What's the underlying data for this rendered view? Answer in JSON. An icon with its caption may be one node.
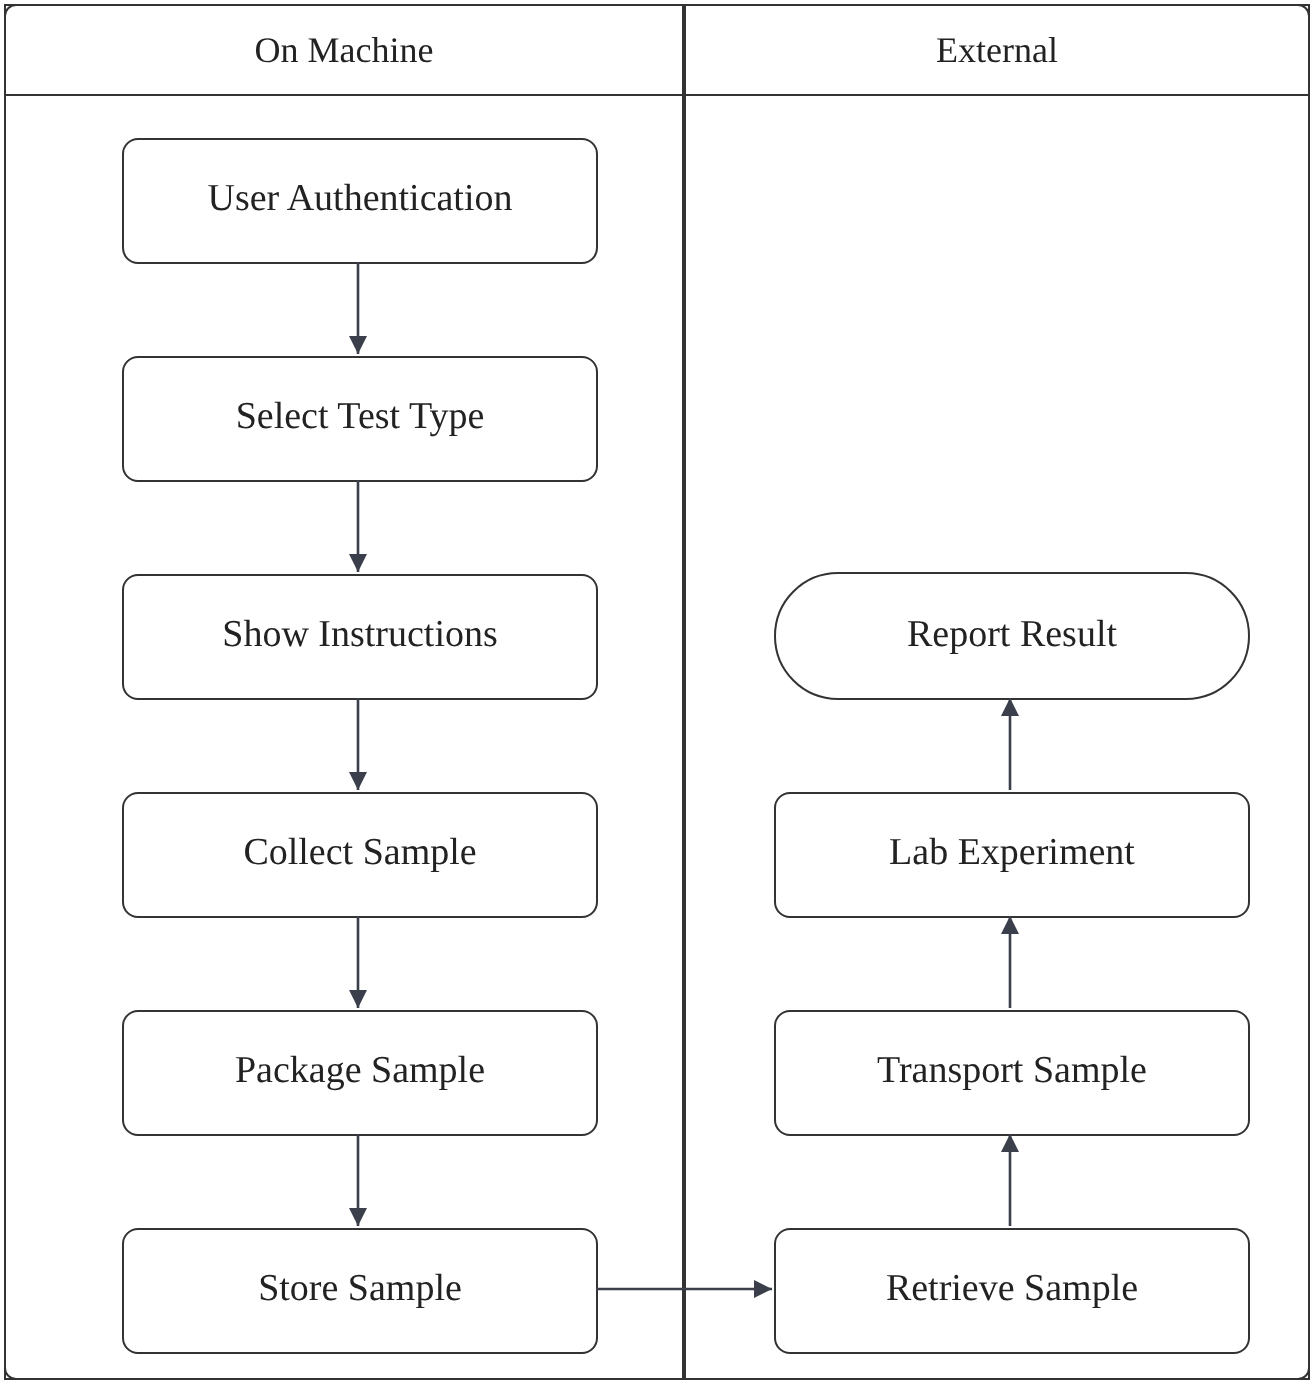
{
  "diagram": {
    "nodes": [
      {
        "text": [
          "On Machine"
        ]
      },
      {
        "text": [
          "External"
        ]
      },
      {
        "text": [
          "User Authentication"
        ],
        "in": 0
      },
      {
        "text": [
          "Select Test Type"
        ],
        "in": 0
      },
      {
        "text": [
          "Show Instructions"
        ],
        "in": 0
      },
      {
        "text": [
          "Collect Sample"
        ],
        "in": 0
      },
      {
        "text": [
          "Package Sample"
        ],
        "in": 0
      },
      {
        "text": [
          "Store Sample"
        ],
        "in": 0
      },
      {
        "text": [
          "Report Result"
        ],
        "in": 1
      },
      {
        "text": [
          "Lab Experiment"
        ],
        "in": 1
      },
      {
        "text": [
          "Transport Sample"
        ],
        "in": 1
      },
      {
        "text": [
          "Retrieve Sample"
        ],
        "in": 1
      }
    ],
    "edges": [
      {
        "from": 2,
        "to": 3,
        "arrow": "to"
      },
      {
        "from": 3,
        "to": 4,
        "arrow": "to"
      },
      {
        "from": 4,
        "to": 5,
        "arrow": "to"
      },
      {
        "from": 5,
        "to": 6,
        "arrow": "to"
      },
      {
        "from": 6,
        "to": 7,
        "arrow": "to"
      },
      {
        "from": 7,
        "to": 11,
        "arrow": "to"
      },
      {
        "from": 11,
        "to": 10,
        "arrow": "to"
      },
      {
        "from": 10,
        "to": 9,
        "arrow": "to"
      },
      {
        "from": 9,
        "to": 8,
        "arrow": "to"
      }
    ]
  }
}
